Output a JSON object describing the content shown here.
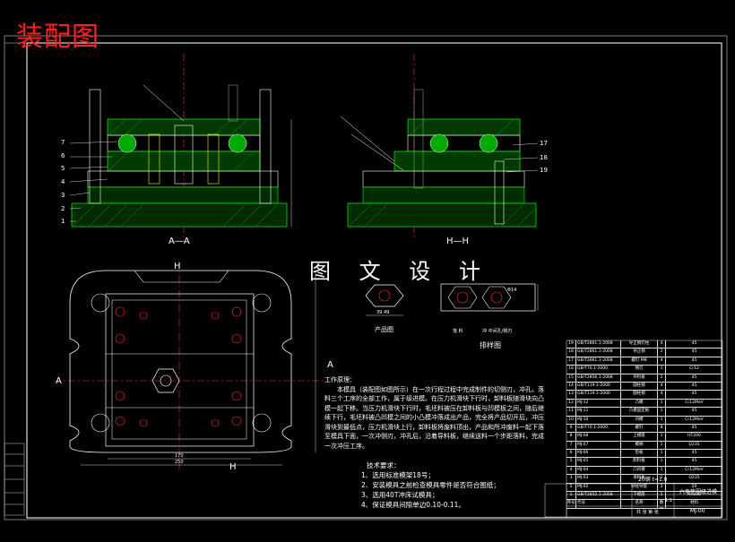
{
  "drawing": {
    "title": "装配图",
    "watermark": "图 文 设 计",
    "views": {
      "section_aa": "A—A",
      "section_hh": "H—H",
      "plan_a_left": "A",
      "plan_a_right": "A",
      "plan_h_top": "H",
      "plan_h_bottom": "H"
    },
    "part_numbers_left": [
      "7",
      "6",
      "5",
      "4",
      "3",
      "2",
      "1"
    ],
    "part_numbers_right": [
      "17",
      "18",
      "19"
    ],
    "product_label": "产品图",
    "strip_label": "排样图",
    "strip_sublabels": [
      "落  料",
      "冲  中间孔/侧刃"
    ],
    "dims": {
      "plan_width_1": "170",
      "plan_width_2": "250",
      "product_w": "39.49",
      "strip_dim": "Φ14"
    }
  },
  "notes": {
    "heading": "工作原理：",
    "body": "本模具（装配图如图所示）在一次行程过程中完成制件的切侧刃，冲孔，落料三个工序的全部工作，属于级进模。在压力机滑块下行时，卸料板随滑块向凸模一起下移。当压力机滑块下行时，毛坯料被压在卸料板与凹模板之间，随后继续下行，毛坯料被凸凹模之间的小凸模冲落成出产品，完全将产品切开后，冲压滑块到最低点，压力机滑块上行，卸料板将废料顶出，产品和所冲废料一起下落至模具下面，一次冲侧刃，冲孔后，沿着导料板，继续送料一个步距落料，完成一次冲压工序。"
  },
  "tech": {
    "heading": "技术要求：",
    "items": [
      "1、选用标准模架18号；",
      "2、安装模具之前检查模具零件是否符合图纸；",
      "3、选用40T冲床试模具；",
      "4、保证模具间隙单边0.10-0.11。"
    ]
  },
  "title_block": {
    "drawing_name": "六角垫圈级进模",
    "scale": "1:1",
    "material": "20钢  t=1.0",
    "drawing_no": "MJ-00",
    "sheet_info": "共 张  第 张"
  },
  "bom": [
    [
      "19",
      "GB/T2861.1-2008",
      "导正销钉柱",
      "4",
      "45"
    ],
    [
      "18",
      "GB/T2861.1-2008",
      "导正销",
      "2",
      "45"
    ],
    [
      "17",
      "GB/T2861.1-2008",
      "螺钉 M8",
      "4",
      "45"
    ],
    [
      "16",
      "GB/T70.1-2000",
      "侧刃",
      "1",
      "Cr12"
    ],
    [
      "15",
      "GB/T2856.1-2008",
      "导料板",
      "2",
      "45"
    ],
    [
      "14",
      "GB/T119.1-2000",
      "圆柱销",
      "4",
      "45"
    ],
    [
      "13",
      "GB/T119.1-2000",
      "圆柱销",
      "4",
      "45"
    ],
    [
      "12",
      "MJ-12",
      "凸模",
      "1",
      "Cr12MoV"
    ],
    [
      "11",
      "MJ-11",
      "凸模固定板",
      "1",
      "45"
    ],
    [
      "10",
      "MJ-10",
      "凹模",
      "1",
      "Cr12MoV"
    ],
    [
      "9",
      "GB/T70.1-2000",
      "螺钉",
      "8",
      "45"
    ],
    [
      "8",
      "MJ-08",
      "上模座",
      "1",
      "HT200"
    ],
    [
      "7",
      "MJ-07",
      "模柄",
      "1",
      "Q235"
    ],
    [
      "6",
      "MJ-06",
      "垫板",
      "1",
      "45"
    ],
    [
      "5",
      "MJ-05",
      "卸料板",
      "1",
      "45"
    ],
    [
      "4",
      "MJ-04",
      "凸凹模",
      "1",
      "Cr12MoV"
    ],
    [
      "3",
      "MJ-03",
      "承料板",
      "1",
      "Q235"
    ],
    [
      "2",
      "MJ-02",
      "导柱导套",
      "2",
      "20"
    ],
    [
      "1",
      "GB/T2855.1-2008",
      "下模座",
      "1",
      "HT200"
    ]
  ],
  "bom_header": [
    "序号",
    "代号",
    "名称",
    "数量",
    "材料"
  ]
}
